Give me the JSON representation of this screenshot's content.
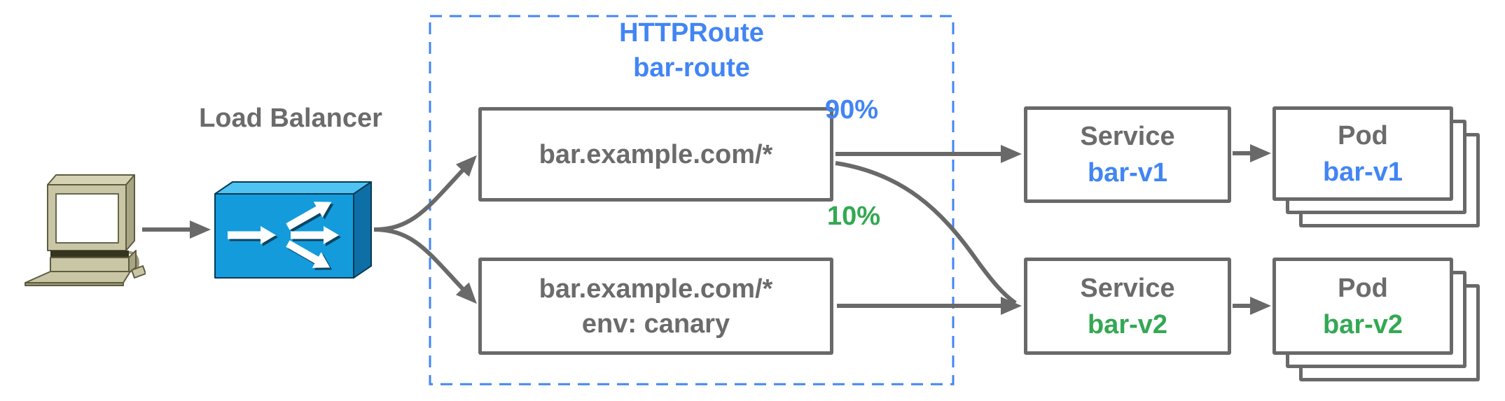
{
  "diagram": {
    "client": {
      "icon": "computer-icon"
    },
    "load_balancer": {
      "label": "Load Balancer",
      "icon": "load-balancer-icon"
    },
    "httproute": {
      "title_line1": "HTTPRoute",
      "title_line2": "bar-route",
      "rules": [
        {
          "match": "bar.example.com/*",
          "weight": "90%"
        },
        {
          "match": "bar.example.com/*",
          "header": "env: canary",
          "weight": "10%"
        }
      ]
    },
    "services": [
      {
        "kind": "Service",
        "name": "bar-v1"
      },
      {
        "kind": "Service",
        "name": "bar-v2"
      }
    ],
    "pods": [
      {
        "kind": "Pod",
        "name": "bar-v1"
      },
      {
        "kind": "Pod",
        "name": "bar-v2"
      }
    ],
    "colors": {
      "connector_gray": "#696969",
      "label_gray": "#6b6b6b",
      "accent_blue": "#4285F4",
      "accent_green": "#34A853",
      "lb_front": "#149BDC",
      "lb_top": "#4FC4F2",
      "lb_side": "#0E6FA6",
      "client_body": "#C9C6A5"
    }
  }
}
